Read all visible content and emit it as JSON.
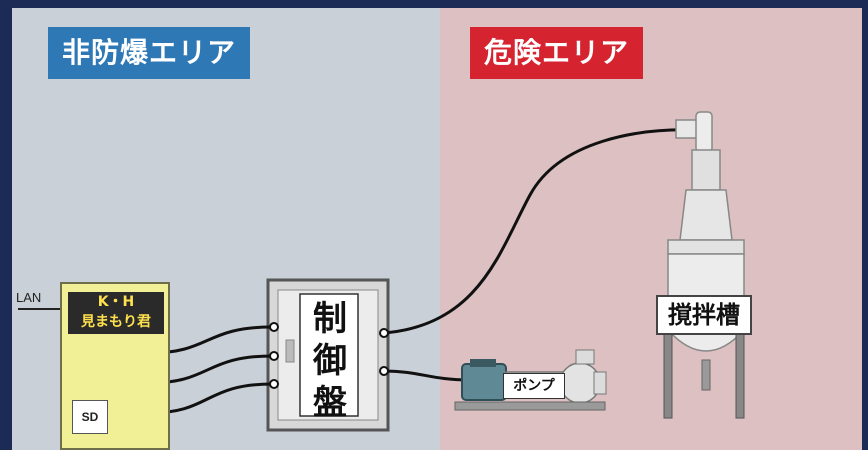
{
  "zones": {
    "safe_label": "非防爆エリア",
    "danger_label": "危険エリア",
    "safe_color": "#2e78b6",
    "danger_color": "#d62330"
  },
  "device": {
    "lan_label": "LAN",
    "name": "K・H\n見まもり君",
    "sd_label": "SD"
  },
  "control_panel": {
    "label": "制\n御\n盤"
  },
  "pump": {
    "label": "ポンプ"
  },
  "tank": {
    "label": "撹拌槽"
  }
}
